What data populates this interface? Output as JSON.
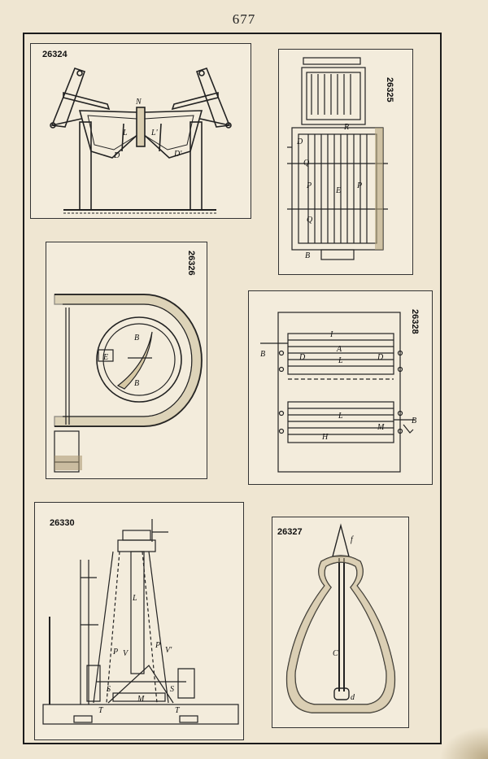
{
  "page": {
    "number": "677"
  },
  "figures": [
    {
      "id": "26324",
      "labels": [
        "N",
        "L",
        "L'",
        "D",
        "D'"
      ]
    },
    {
      "id": "26325",
      "labels": [
        "R",
        "D",
        "Q",
        "P",
        "E",
        "P",
        "Q",
        "B"
      ]
    },
    {
      "id": "26326",
      "labels": [
        "E",
        "B",
        "B"
      ]
    },
    {
      "id": "26328",
      "labels": [
        "B",
        "I",
        "A",
        "L",
        "D",
        "D",
        "L",
        "H",
        "M",
        "B"
      ]
    },
    {
      "id": "26330",
      "labels": [
        "P",
        "V",
        "P",
        "V'",
        "L",
        "S",
        "M",
        "S",
        "T",
        "T"
      ]
    },
    {
      "id": "26327",
      "labels": [
        "f",
        "C",
        "d"
      ]
    }
  ]
}
